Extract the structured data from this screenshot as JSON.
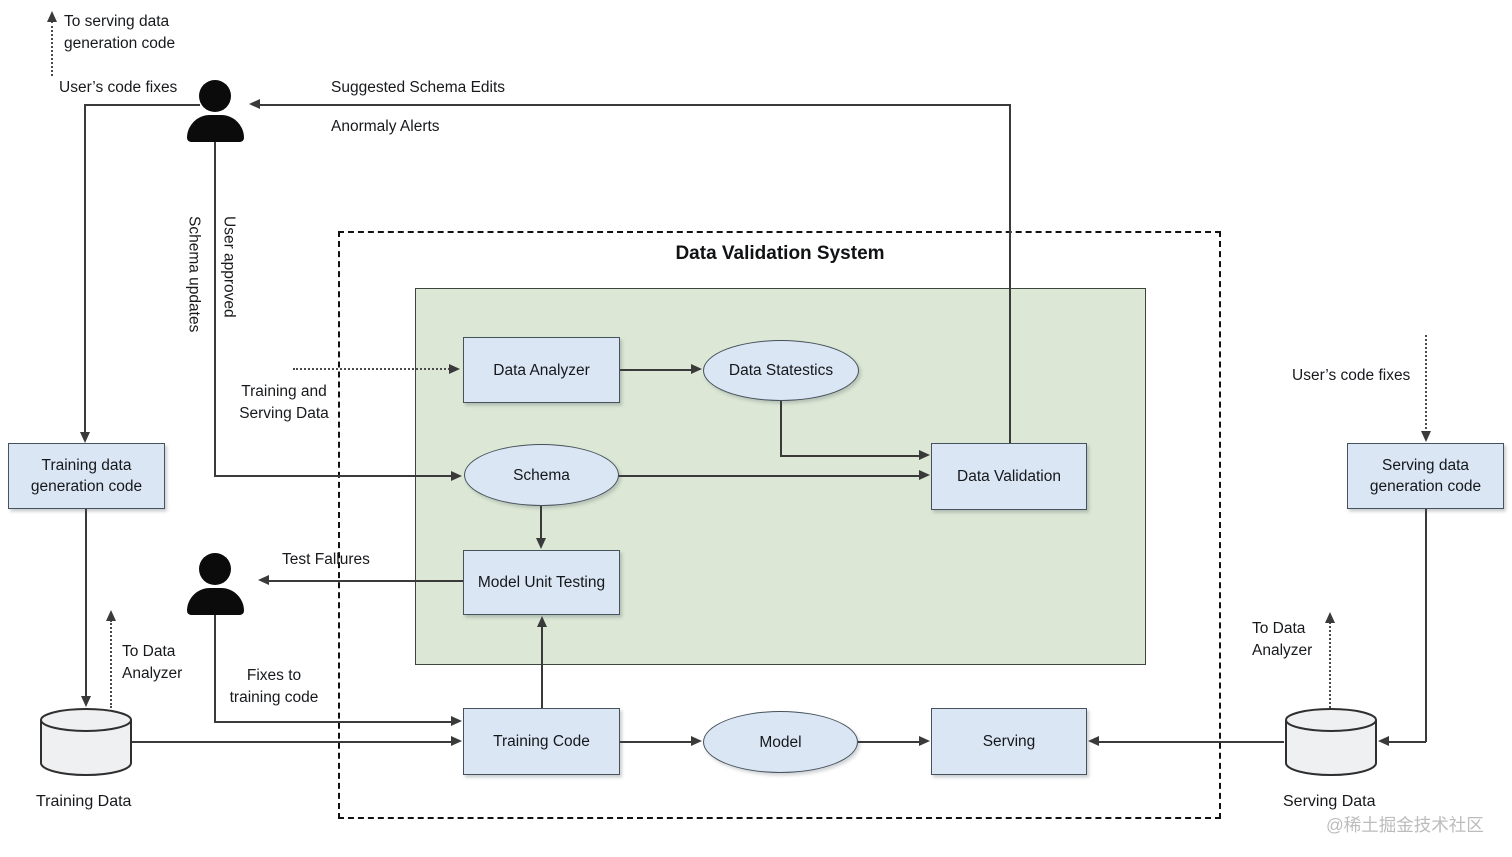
{
  "title": "Data Validation System",
  "watermark": "@稀土掘金技术社区",
  "nodes": {
    "training_data_gen": "Training data generation code",
    "data_analyzer": "Data Analyzer",
    "data_statistics": "Data Statestics",
    "schema": "Schema",
    "data_validation": "Data Validation",
    "model_unit_testing": "Model Unit Testing",
    "training_code": "Training Code",
    "model": "Model",
    "serving": "Serving",
    "serving_data_gen": "Serving data generation code",
    "training_data": "Training Data",
    "serving_data": "Serving Data"
  },
  "labels": {
    "to_serving_gen": "To serving data generation code",
    "users_code_fixes_left": "User’s code fixes",
    "suggested_schema_edits": "Suggested Schema Edits",
    "anomaly_alerts": "Anormaly Alerts",
    "schema_updates": "Schema updates",
    "user_approved": "User approved",
    "training_serving_data": "Training and Serving Data",
    "test_failures": "Test Fallures",
    "fixes_to_training": "Fixes to training code",
    "to_data_analyzer_left": "To Data Analyzer",
    "training_data_caption": "Training Data",
    "serving_data_caption": "Serving Data",
    "to_data_analyzer_right": "To Data Analyzer",
    "users_code_fixes_right": "User’s code fixes"
  },
  "colors": {
    "node_fill": "#dbe6f5",
    "node_border": "#46525c",
    "panel_fill": "#dce8d5",
    "cylinder_fill": "#eef0f2",
    "line": "#3a3a3a",
    "watermark": "#bcbcbc"
  }
}
